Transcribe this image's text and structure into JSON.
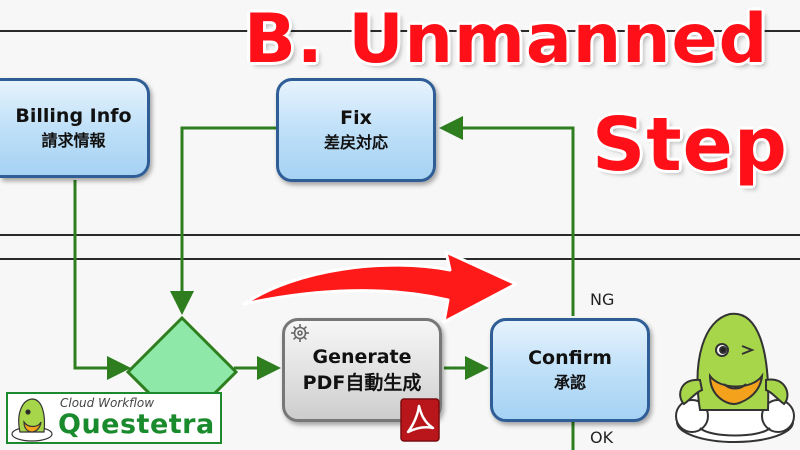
{
  "nodes": {
    "billing_info": {
      "title": "Billing Info",
      "subtitle": "請求情報"
    },
    "fix": {
      "title": "Fix",
      "subtitle": "差戻対応"
    },
    "generate": {
      "title": "Generate",
      "subtitle": "PDF自動生成"
    },
    "confirm": {
      "title": "Confirm",
      "subtitle": "承認"
    }
  },
  "flow_labels": {
    "ng": "NG",
    "ok": "OK"
  },
  "headline": {
    "line1": "B. Unmanned",
    "line2": "Step"
  },
  "logo": {
    "tagline": "Cloud Workflow",
    "name": "Questetra"
  },
  "colors": {
    "flow_line": "#2e7d1e",
    "headline_red": "#ff1018",
    "task_border": "#2f5e97",
    "gateway_fill": "#8ee8a8"
  },
  "icons": [
    "gear-icon",
    "pdf-icon",
    "big-red-arrow",
    "mascot"
  ]
}
